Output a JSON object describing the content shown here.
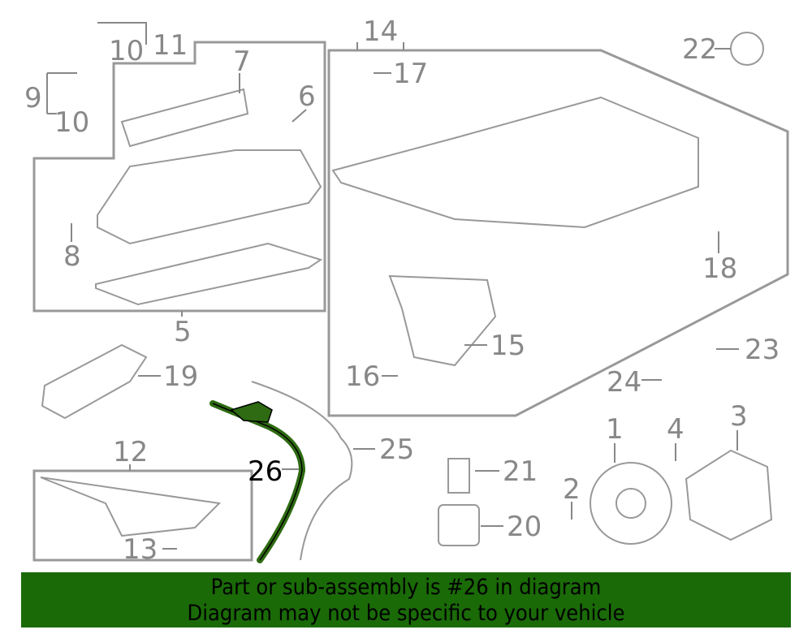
{
  "diagram": {
    "highlight_color": "#2e6b12",
    "callouts": {
      "c1": "1",
      "c2": "2",
      "c3": "3",
      "c4": "4",
      "c5": "5",
      "c6": "6",
      "c7": "7",
      "c8": "8",
      "c9": "9",
      "c10a": "10",
      "c10b": "10",
      "c11": "11",
      "c12": "12",
      "c13": "13",
      "c14": "14",
      "c15": "15",
      "c16": "16",
      "c17": "17",
      "c18": "18",
      "c19": "19",
      "c20": "20",
      "c21": "21",
      "c22": "22",
      "c23": "23",
      "c24": "24",
      "c25": "25",
      "c26": "26"
    }
  },
  "banner": {
    "line1": "Part or sub-assembly is #26 in diagram",
    "line2": "Diagram may not be specific to your vehicle",
    "color": "#1a6a08"
  }
}
